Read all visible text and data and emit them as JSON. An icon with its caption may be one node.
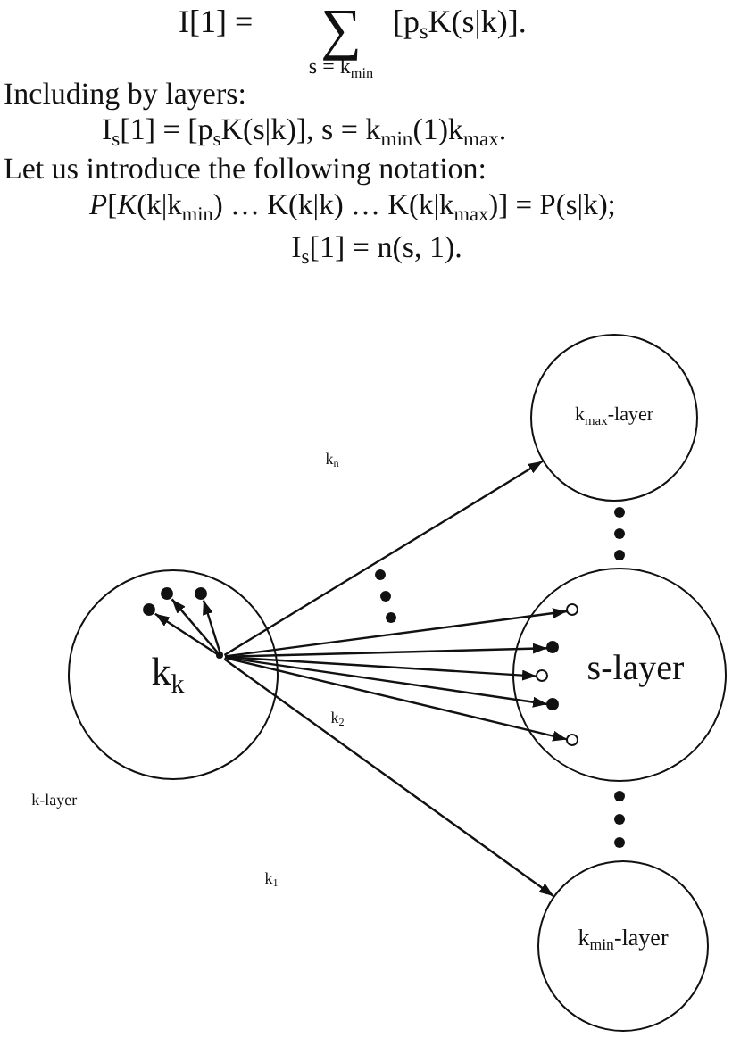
{
  "diagram": {
    "nodes": [
      {
        "text": [
          "k$_{max}$-layer"
        ]
      },
      {
        "text": [
          "k$_{k}$"
        ],
        "beside": [
          "k-layer"
        ]
      },
      {
        "text": [],
        "shape": "dot",
        "in": 1
      },
      {
        "text": [],
        "shape": "dot",
        "in": 1
      },
      {
        "text": [],
        "shape": "dot",
        "in": 1
      },
      {
        "text": [],
        "shape": "dot",
        "in": 1
      },
      {
        "text": [
          "s-layer"
        ]
      },
      {
        "text": [],
        "shape": "circle",
        "in": 6
      },
      {
        "text": [],
        "shape": "dot",
        "in": 6
      },
      {
        "text": [],
        "shape": "circle",
        "in": 6
      },
      {
        "text": [],
        "shape": "dot",
        "in": 6
      },
      {
        "text": [],
        "shape": "circle",
        "in": 6
      },
      {
        "text": [
          "k$_{min}$-layer"
        ]
      }
    ],
    "edges": [
      {
        "from": 2,
        "to": 3,
        "arrow": "to"
      },
      {
        "from": 2,
        "to": 4,
        "arrow": "to"
      },
      {
        "from": 2,
        "to": 5,
        "arrow": "to"
      },
      {
        "from": 2,
        "to": 0,
        "arrow": "to"
      },
      {
        "from": 2,
        "to": 7,
        "arrow": "to"
      },
      {
        "from": 2,
        "to": 8,
        "arrow": "to"
      },
      {
        "from": 2,
        "to": 9,
        "arrow": "to"
      },
      {
        "from": 2,
        "to": 10,
        "arrow": "to"
      },
      {
        "from": 2,
        "to": 11,
        "arrow": "to"
      },
      {
        "from": 2,
        "to": 12,
        "arrow": "to"
      }
    ],
    "labels": [
      "I[1] =",
      "∑",
      "[p$_{s}$K(s|k)].",
      "s = k$_{min}$",
      "Including by layers:",
      "I$_{s}$[1] = [p$_{s}$K(s|k)], s = k$_{min}$(1)k$_{max}$.",
      "Let us introduce the following notation:",
      "*P*[*K*(k|k$_{min}$) … K(k|k) … K(k|k$_{max}$)] = P(s|k);",
      "I$_{s}$[1] = n(s, 1).",
      "k$_{n}$",
      "k$_{2}$",
      "k$_{1}$"
    ]
  }
}
